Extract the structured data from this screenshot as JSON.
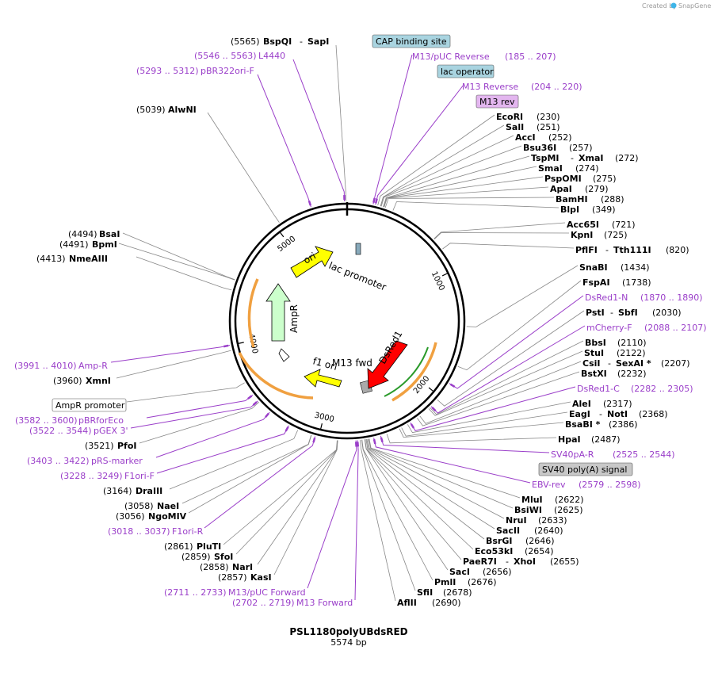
{
  "credit": {
    "text": "Created by",
    "brand": "SnapGene"
  },
  "title": "PSL1180polyUBdsRED",
  "length": "5574 bp",
  "ticks": [
    "1000",
    "2000",
    "3000",
    "4000",
    "5000"
  ],
  "inner_features": {
    "ori": "ori",
    "lac_promoter": "lac promoter",
    "ampr": "AmpR",
    "f1_ori": "f1 ori",
    "m13_fwd": "M13 fwd",
    "dsred1": "DsRed1"
  },
  "labels": {
    "bspqi_pos": "(5565)",
    "bspqi": "BspQI",
    "sapi_dash": "-",
    "sapi": "SapI",
    "l4440_pos": "(5546 .. 5563)",
    "l4440": "L4440",
    "pbr_pos": "(5293 .. 5312)",
    "pbr": "pBR322ori-F",
    "alwni_pos": "(5039)",
    "alwni": "AlwNI",
    "bsai_pos": "(4494)",
    "bsai": "BsaI",
    "bpmi_pos": "(4491)",
    "bpmi": "BpmI",
    "nmeaiii_pos": "(4413)",
    "nmeaiii": "NmeAIII",
    "ampr_pos": "(3991 .. 4010)",
    "ampr": "Amp-R",
    "xmni_pos": "(3960)",
    "xmni": "XmnI",
    "ampr_promoter": "AmpR promoter",
    "pbrforeco_pos": "(3582 .. 3600)",
    "pbrforeco": "pBRforEco",
    "pgex_pos": "(3522 .. 3544)",
    "pgex": "pGEX 3'",
    "pfoi_pos": "(3521)",
    "pfoi": "PfoI",
    "prs_pos": "(3403 .. 3422)",
    "prs": "pRS-marker",
    "f1orif_pos": "(3228 .. 3249)",
    "f1orif": "F1ori-F",
    "draiii_pos": "(3164)",
    "draiii": "DraIII",
    "naei_pos": "(3058)",
    "naei": "NaeI",
    "ngomiv_pos": "(3056)",
    "ngomiv": "NgoMIV",
    "f1orir_pos": "(3018 .. 3037)",
    "f1orir": "F1ori-R",
    "pluti_pos": "(2861)",
    "pluti": "PluTI",
    "sfoi_pos": "(2859)",
    "sfoi": "SfoI",
    "nari_pos": "(2858)",
    "nari": "NarI",
    "kasi_pos": "(2857)",
    "kasi": "KasI",
    "m13puc_fwd_pos": "(2711 .. 2733)",
    "m13puc_fwd": "M13/pUC Forward",
    "m13_fwd_pos": "(2702 .. 2719)",
    "m13_fwd": "M13 Forward",
    "cap_site": "CAP binding site",
    "m13puc_rev": "M13/pUC Reverse",
    "m13puc_rev_pos": "(185 .. 207)",
    "lac_operator": "lac operator",
    "m13_rev_p": "M13 Reverse",
    "m13_rev_p_pos": "(204 .. 220)",
    "m13_rev": "M13 rev",
    "ecori": "EcoRI",
    "ecori_pos": "(230)",
    "sali": "SalI",
    "sali_pos": "(251)",
    "acci": "AccI",
    "acci_pos": "(252)",
    "bsu36i": "Bsu36I",
    "bsu36i_pos": "(257)",
    "tspmi": "TspMI",
    "xmai_dash": "-",
    "xmai": "XmaI",
    "xmai_pos": "(272)",
    "smai": "SmaI",
    "smai_pos": "(274)",
    "pspomi": "PspOMI",
    "pspomi_pos": "(275)",
    "apai": "ApaI",
    "apai_pos": "(279)",
    "bamhi": "BamHI",
    "bamhi_pos": "(288)",
    "blpi": "BlpI",
    "blpi_pos": "(349)",
    "acc65i": "Acc65I",
    "acc65i_pos": "(721)",
    "kpni": "KpnI",
    "kpni_pos": "(725)",
    "pflfi": "PflFI",
    "tth_dash": "-",
    "tth111i": "Tth111I",
    "tth111i_pos": "(820)",
    "snabi": "SnaBI",
    "snabi_pos": "(1434)",
    "fspai": "FspAI",
    "fspai_pos": "(1738)",
    "dsred1n": "DsRed1-N",
    "dsred1n_pos": "(1870 .. 1890)",
    "psti": "PstI",
    "sbfi_dash": "-",
    "sbfi": "SbfI",
    "sbfi_pos": "(2030)",
    "mcherry": "mCherry-F",
    "mcherry_pos": "(2088 .. 2107)",
    "bbsi": "BbsI",
    "bbsi_pos": "(2110)",
    "stui": "StuI",
    "stui_pos": "(2122)",
    "csii": "CsiI",
    "sexai_dash": "-",
    "sexai": "SexAI *",
    "sexai_pos": "(2207)",
    "bstxi": "BstXI",
    "bstxi_pos": "(2232)",
    "dsred1c": "DsRed1-C",
    "dsred1c_pos": "(2282 .. 2305)",
    "alei": "AleI",
    "alei_pos": "(2317)",
    "eagi": "EagI",
    "noti_dash": "-",
    "noti": "NotI",
    "noti_pos": "(2368)",
    "bsabi": "BsaBI *",
    "bsabi_pos": "(2386)",
    "hpai": "HpaI",
    "hpai_pos": "(2487)",
    "sv40pa": "SV40pA-R",
    "sv40pa_pos": "(2525 .. 2544)",
    "sv40_box": "SV40 poly(A) signal",
    "ebv": "EBV-rev",
    "ebv_pos": "(2579 .. 2598)",
    "mlui": "MluI",
    "mlui_pos": "(2622)",
    "bsiwi": "BsiWI",
    "bsiwi_pos": "(2625)",
    "nrui": "NruI",
    "nrui_pos": "(2633)",
    "sacii": "SacII",
    "sacii_pos": "(2640)",
    "bsrgi": "BsrGI",
    "bsrgi_pos": "(2646)",
    "eco53ki": "Eco53kI",
    "eco53ki_pos": "(2654)",
    "paer7i": "PaeR7I",
    "xhoi_dash": "-",
    "xhoi": "XhoI",
    "xhoi_pos": "(2655)",
    "saci": "SacI",
    "saci_pos": "(2656)",
    "pmli": "PmlI",
    "pmli_pos": "(2676)",
    "sfii": "SfiI",
    "sfii_pos": "(2678)",
    "aflii": "AflII",
    "aflii_pos": "(2690)"
  },
  "colors": {
    "enzyme": "#000000",
    "primer": "#9a3ec9",
    "ori": "#ffff00",
    "ampr": "#ccffcc",
    "dsred": "#ff0000",
    "f1ori": "#ffff00"
  }
}
